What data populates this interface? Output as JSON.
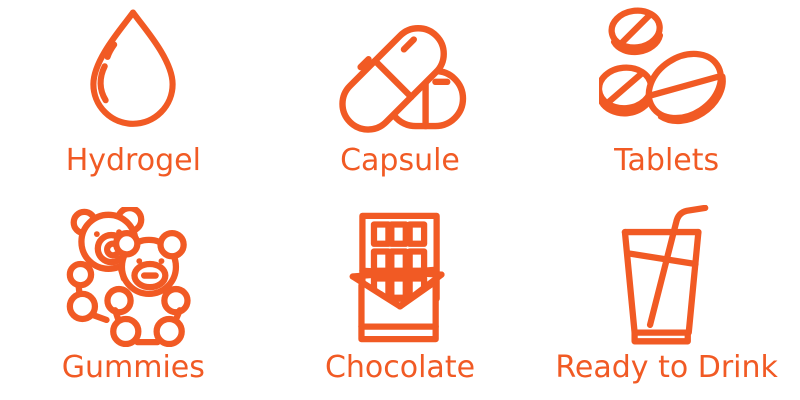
{
  "theme": {
    "accent": "#F15A24",
    "background": "#FFFFFF"
  },
  "items": [
    {
      "label": "Hydrogel",
      "icon": "droplet-icon"
    },
    {
      "label": "Capsule",
      "icon": "capsule-icon"
    },
    {
      "label": "Tablets",
      "icon": "tablets-icon"
    },
    {
      "label": "Gummies",
      "icon": "gummy-bears-icon"
    },
    {
      "label": "Chocolate",
      "icon": "chocolate-bar-icon"
    },
    {
      "label": "Ready to Drink",
      "icon": "drink-glass-icon"
    }
  ]
}
